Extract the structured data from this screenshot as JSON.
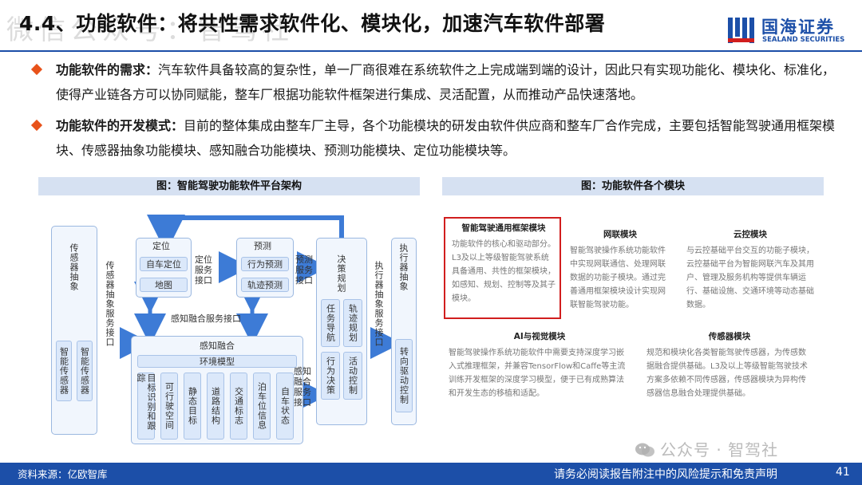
{
  "header": {
    "title": "4.4、功能软件：将共性需求软件化、模块化，加速汽车软件部署",
    "watermark": "微信公众号：智驾社",
    "logo": {
      "name_cn": "国海证券",
      "name_en": "SEALAND SECURITIES"
    }
  },
  "bullets": [
    {
      "label": "功能软件的需求：",
      "text": "汽车软件具备较高的复杂性，单一厂商很难在系统软件之上完成端到端的设计，因此只有实现功能化、模块化、标准化，使得产业链各方可以协同赋能，整车厂根据功能软件框架进行集成、灵活配置，从而推动产品快速落地。"
    },
    {
      "label": "功能软件的开发模式：",
      "text": "目前的整体集成由整车厂主导，各个功能模块的研发由软件供应商和整车厂合作完成，主要包括智能驾驶通用框架模块、传感器抽象功能模块、感知融合功能模块、预测功能模块、定位功能模块等。"
    }
  ],
  "figures": {
    "left_title": "图：智能驾驶功能软件平台架构",
    "right_title": "图：功能软件各个模块"
  },
  "diagram": {
    "sensor_abstract": "传感器抽象",
    "smart_sensor": "智能传感器",
    "sensor_abstract_iface": "传感器抽象服务接口",
    "loc_title": "定位",
    "loc_cells": [
      "自车定位",
      "地图"
    ],
    "loc_iface": "定位服务接口",
    "pred_title": "预测",
    "pred_cells": [
      "行为预测",
      "轨迹预测"
    ],
    "pred_iface": "预测服务接口",
    "fusion_iface": "感知融合服务接口",
    "fusion_title": "感知融合",
    "env_model": "环境模型",
    "fusion_cells": [
      "目标识别和跟踪",
      "可行驶空间",
      "静态目标",
      "道路结构",
      "交通标志",
      "泊车位信息",
      "自车状态"
    ],
    "decision_title": "决策规划",
    "decision_cells": [
      "任务导航",
      "轨迹规划",
      "行为决策",
      "活动控制"
    ],
    "fusion_iface2": "感知融合服务接口",
    "exec_iface": "执行器抽象服务接口",
    "exec_title": "执行器抽象",
    "steer": "转向驱动控制"
  },
  "modules": [
    {
      "title": "智能驾驶通用框架模块",
      "text": "功能软件的核心和驱动部分。L3及以上等级智能驾驶系统具备通用、共性的框架模块，如感知、规划、控制等及其子模块。"
    },
    {
      "title": "网联模块",
      "text": "智能驾驶操作系统功能软件中实现网联通信、处理网联数据的功能子模块。通过完善通用框架模块设计实现网联智能驾驶功能。"
    },
    {
      "title": "云控模块",
      "text": "与云控基础平台交互的功能子模块，云控基础平台为智能网联汽车及其用户、管理及服务机构等提供车辆运行、基础设施、交通环境等动态基础数据。"
    },
    {
      "title": "AI与视觉模块",
      "text": "智能驾驶操作系统功能软件中需要支持深度学习嵌入式推理框架，并兼容TensorFlow和Caffe等主流训练开发框架的深度学习模型，便于已有成熟算法和开发生态的移植和适配。"
    },
    {
      "title": "传感器模块",
      "text": "规范和模块化各类智能驾驶传感器，为传感数据融合提供基础。L3及以上等级智能驾驶技术方案多依赖不同传感器，传感器模块为异构传感器信息融合处理提供基础。"
    }
  ],
  "footer": {
    "source": "资料来源：亿欧智库",
    "disclaimer": "请务必阅读报告附注中的风险提示和免责声明",
    "page": "41",
    "wechat_watermark": "公众号 · 智驾社"
  },
  "colors": {
    "brand_blue": "#1c4fa8",
    "bullet_orange": "#e8521a",
    "highlight_red": "#d11e1e",
    "figure_header": "#d6e1f2"
  }
}
